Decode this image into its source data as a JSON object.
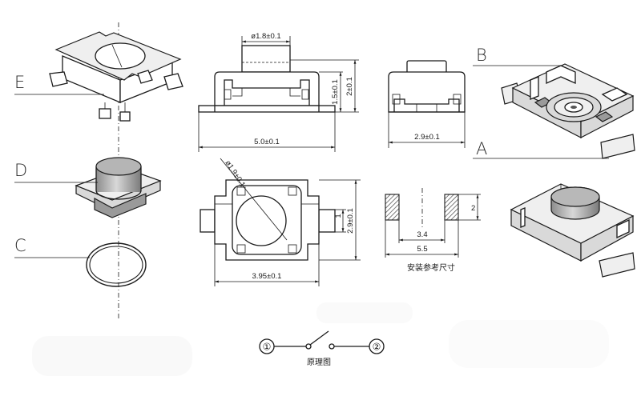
{
  "part_labels": {
    "e": "E",
    "d": "D",
    "c": "C",
    "b": "B",
    "a": "A"
  },
  "front_view": {
    "button_diameter": "ø1.8±0.1",
    "height_body": "1.5±0.1",
    "height_total": "2±0.1",
    "length": "5.0±0.1"
  },
  "side_view": {
    "width": "2.9±0.1"
  },
  "top_view": {
    "circle_diameter": "ø1.9±0.1",
    "width": "2.9±0.1",
    "terminal_width": "1",
    "length": "3.95±0.1"
  },
  "land_pattern": {
    "pad_height": "2",
    "inner_spacing": "3.4",
    "outer_spacing": "5.5",
    "caption": "安装参考尺寸"
  },
  "schematic": {
    "terminal_1": "①",
    "terminal_2": "②",
    "caption": "原理图"
  }
}
